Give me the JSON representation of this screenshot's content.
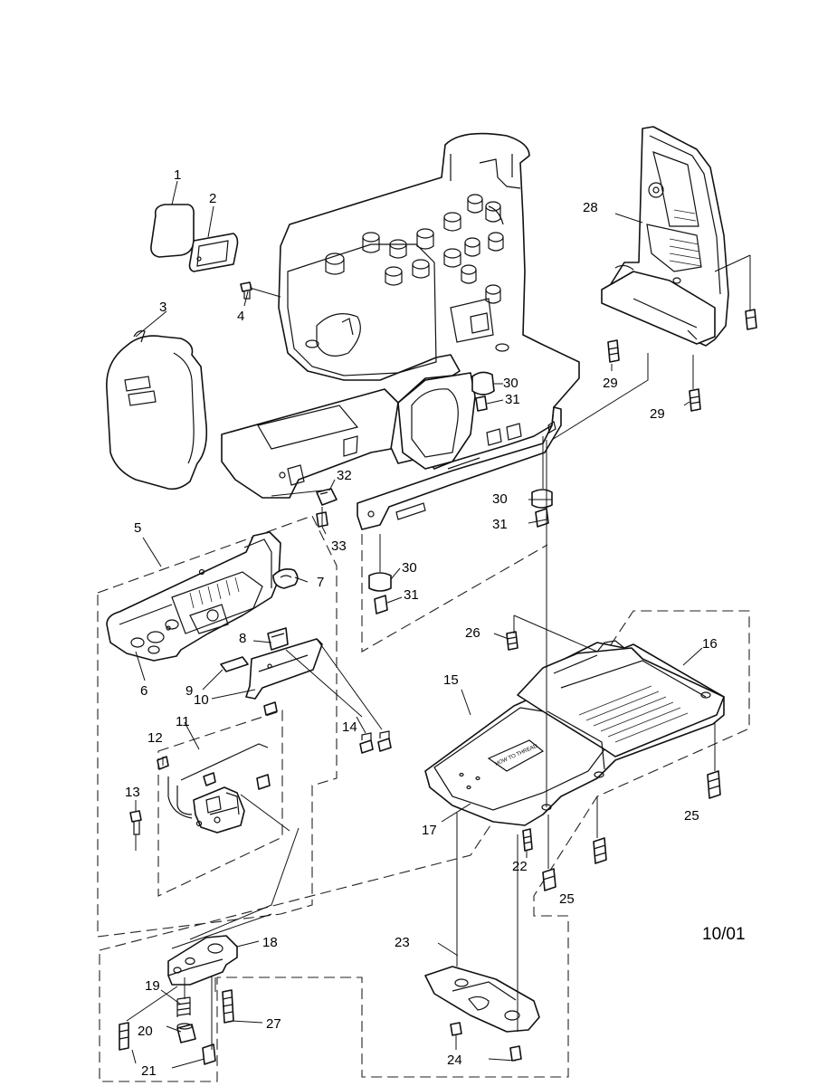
{
  "revision_date": "10/01",
  "embossed_text": "HOW TO THREAD",
  "labels": [
    "1",
    "2",
    "3",
    "4",
    "5",
    "6",
    "7",
    "8",
    "9",
    "10",
    "11",
    "12",
    "13",
    "14",
    "15",
    "16",
    "17",
    "18",
    "19",
    "20",
    "21",
    "22",
    "23",
    "24",
    "25",
    "26",
    "27",
    "28",
    "29",
    "30",
    "31",
    "32",
    "33"
  ]
}
